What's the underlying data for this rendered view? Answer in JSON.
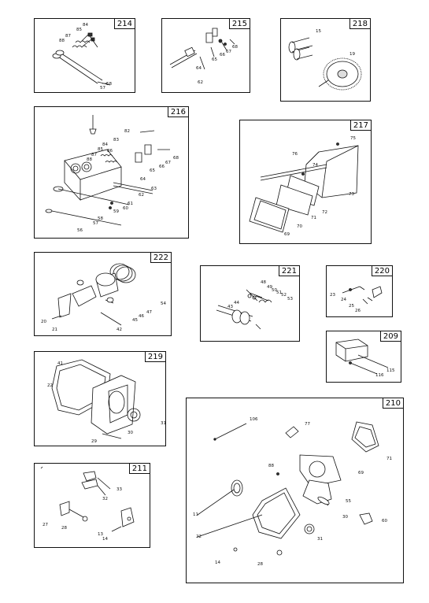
{
  "panels": {
    "p214": {
      "id": "214",
      "labels": [
        "84",
        "85",
        "87",
        "88",
        "58",
        "57"
      ]
    },
    "p215": {
      "id": "215",
      "labels": [
        "68",
        "66",
        "67",
        "65",
        "64",
        "62"
      ]
    },
    "p218": {
      "id": "218",
      "labels": [
        "15",
        "19"
      ]
    },
    "p216": {
      "id": "216",
      "labels": [
        "82",
        "83",
        "84",
        "85",
        "86",
        "87",
        "88",
        "68",
        "67",
        "66",
        "65",
        "64",
        "63",
        "62",
        "61",
        "60",
        "59",
        "58",
        "57",
        "56"
      ]
    },
    "p217": {
      "id": "217",
      "labels": [
        "75",
        "76",
        "74",
        "73",
        "72",
        "71",
        "70",
        "69"
      ]
    },
    "p222": {
      "id": "222",
      "labels": [
        "54",
        "47",
        "46",
        "45",
        "42",
        "20",
        "21"
      ]
    },
    "p221": {
      "id": "221",
      "labels": [
        "48",
        "49",
        "50",
        "51",
        "52",
        "53",
        "44",
        "43"
      ]
    },
    "p220": {
      "id": "220",
      "labels": [
        "23",
        "24",
        "25",
        "26"
      ]
    },
    "p209": {
      "id": "209",
      "labels": [
        "115",
        "116"
      ]
    },
    "p219": {
      "id": "219",
      "labels": [
        "41",
        "22",
        "31",
        "30",
        "29"
      ]
    },
    "p210": {
      "id": "210",
      "labels": [
        "106",
        "77",
        "71",
        "88",
        "69",
        "55",
        "11",
        "30",
        "60",
        "22",
        "31",
        "14",
        "28"
      ]
    },
    "p211": {
      "id": "211",
      "labels": [
        "33",
        "32",
        "27",
        "28",
        "13",
        "14"
      ]
    }
  }
}
